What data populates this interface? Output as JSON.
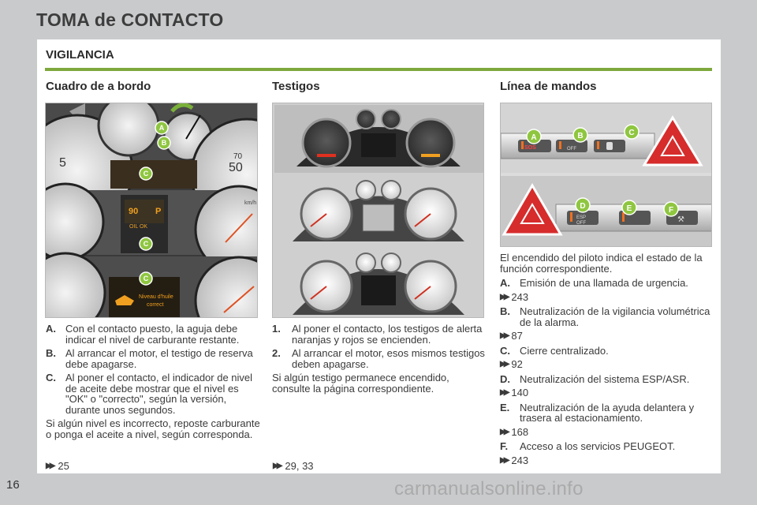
{
  "header": {
    "title": "TOMA de CONTACTO"
  },
  "section": {
    "title": "VIGILANCIA"
  },
  "page_number": "16",
  "watermark": "carmanualsonline.info",
  "columns": [
    {
      "heading": "Cuadro de a bordo",
      "image_badges": [
        "A",
        "B",
        "C",
        "C",
        "C"
      ],
      "image_texts": [
        "OIL OK",
        "Niveau d'huile correct"
      ],
      "items": [
        {
          "label": "A.",
          "text": "Con el contacto puesto, la aguja debe indicar el nivel de carburante restante."
        },
        {
          "label": "B.",
          "text": "Al arrancar el motor, el testigo de reserva debe apagarse."
        },
        {
          "label": "C.",
          "text": "Al poner el contacto, el indicador de nivel de aceite debe mostrar que el nivel es \"OK\" o \"correcto\", según la versión, durante unos segundos."
        }
      ],
      "paragraph": "Si algún nivel es incorrecto, reposte carburante o ponga el aceite a nivel, según corresponda.",
      "ref": "25"
    },
    {
      "heading": "Testigos",
      "items": [
        {
          "label": "1.",
          "text": "Al poner el contacto, los testigos de alerta naranjas y rojos se encienden."
        },
        {
          "label": "2.",
          "text": "Al arrancar el motor, esos mismos testigos deben apagarse."
        }
      ],
      "paragraph": "Si algún testigo permanece encendido, consulte la página correspondiente.",
      "ref": "29, 33"
    },
    {
      "heading": "Línea de mandos",
      "image_badges": [
        "A",
        "B",
        "C",
        "D",
        "E",
        "F"
      ],
      "image_texts": [
        "SOS",
        "OFF",
        "ESP",
        "OFF"
      ],
      "intro": "El encendido del piloto indica el estado de la función correspondiente.",
      "items": [
        {
          "label": "A.",
          "text": "Emisión de una llamada de urgencia.",
          "ref": "243"
        },
        {
          "label": "B.",
          "text": "Neutralización de la vigilancia volumétrica de la alarma.",
          "ref": "87"
        },
        {
          "label": "C.",
          "text": "Cierre centralizado.",
          "ref": "92"
        },
        {
          "label": "D.",
          "text": "Neutralización del sistema ESP/ASR.",
          "ref": "140"
        },
        {
          "label": "E.",
          "text": "Neutralización de la ayuda delantera y trasera al estacionamiento.",
          "ref": "168"
        },
        {
          "label": "F.",
          "text": "Acceso a los servicios PEUGEOT.",
          "ref": "243"
        }
      ]
    }
  ],
  "icons": {
    "reference": "double-arrow-icon",
    "warning": "hazard-triangle-icon"
  },
  "colors": {
    "accent_rule": "#7ea83c",
    "badge": "#8fc640",
    "frame": "#c9cacc",
    "hazard_red": "#d62c2c"
  }
}
